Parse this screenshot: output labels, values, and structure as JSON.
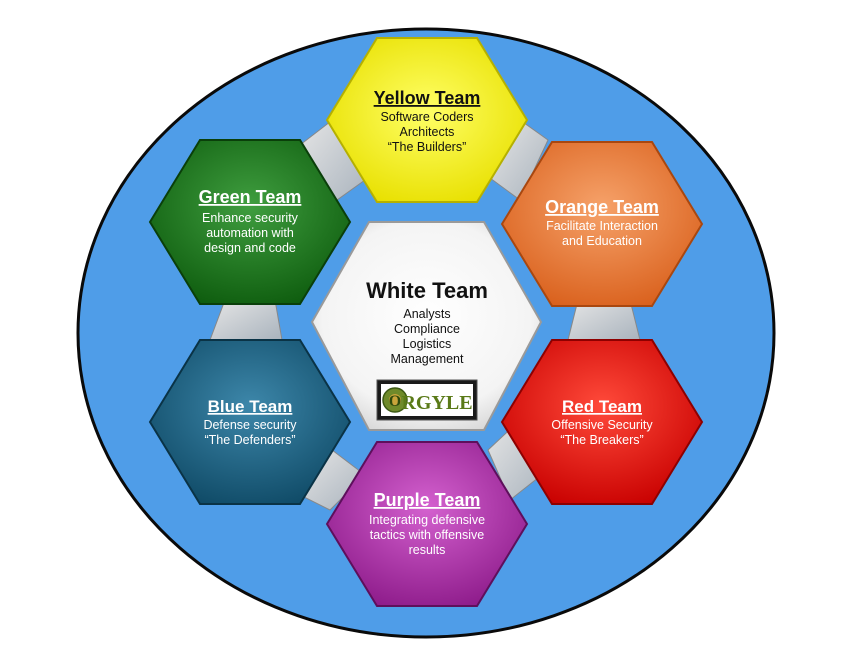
{
  "diagram": {
    "background_circle_color": "#4f9de8",
    "center": {
      "title": "White Team",
      "lines": [
        "Analysts",
        "Compliance",
        "Logistics",
        "Management"
      ],
      "logo_text": "RGYLE",
      "logo_initial": "O"
    },
    "teams": [
      {
        "key": "yellow",
        "title": "Yellow Team",
        "lines": [
          "Software Coders",
          "Architects",
          "“The Builders”"
        ],
        "color": "#ffff00"
      },
      {
        "key": "orange",
        "title": "Orange Team",
        "lines": [
          "Facilitate Interaction",
          "and Education"
        ],
        "color": "#f07a2c"
      },
      {
        "key": "red",
        "title": "Red Team",
        "lines": [
          "Offensive Security",
          "“The Breakers”"
        ],
        "color": "#ee1111"
      },
      {
        "key": "purple",
        "title": "Purple Team",
        "lines": [
          "Integrating defensive",
          "tactics with offensive",
          "results"
        ],
        "color": "#b534b0"
      },
      {
        "key": "blue",
        "title": "Blue Team",
        "lines": [
          "Defense security",
          "“The Defenders”"
        ],
        "color": "#1c6a8c"
      },
      {
        "key": "green",
        "title": "Green Team",
        "lines": [
          "Enhance security",
          "automation with",
          "design and code"
        ],
        "color": "#1f7a1f"
      }
    ]
  }
}
